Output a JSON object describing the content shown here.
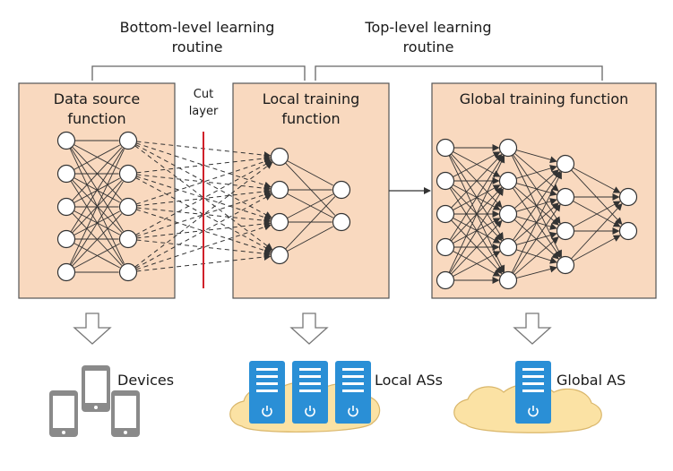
{
  "routines": {
    "bottom": {
      "line1": "Bottom-level learning",
      "line2": "routine"
    },
    "top": {
      "line1": "Top-level learning",
      "line2": "routine"
    }
  },
  "panels": {
    "data_source": {
      "line1": "Data source",
      "line2": "function"
    },
    "local_training": {
      "line1": "Local training",
      "line2": "function"
    },
    "global_training": {
      "line1": "Global training function"
    }
  },
  "cut_layer": {
    "line1": "Cut",
    "line2": "layer"
  },
  "targets": {
    "devices": "Devices",
    "local_as": "Local ASs",
    "global_as": "Global AS"
  },
  "colors": {
    "panel_fill": "#f9d9bf",
    "panel_stroke": "#555555",
    "cut_line": "#d0202a",
    "server": "#2a8fd6",
    "cloud": "#fbe2a4",
    "cloud_stroke": "#d9b66a",
    "device": "#8a8a8a"
  },
  "icons": [
    "hollow-down-arrow-icon",
    "tablet-icon",
    "server-icon",
    "power-icon",
    "cloud-icon"
  ]
}
